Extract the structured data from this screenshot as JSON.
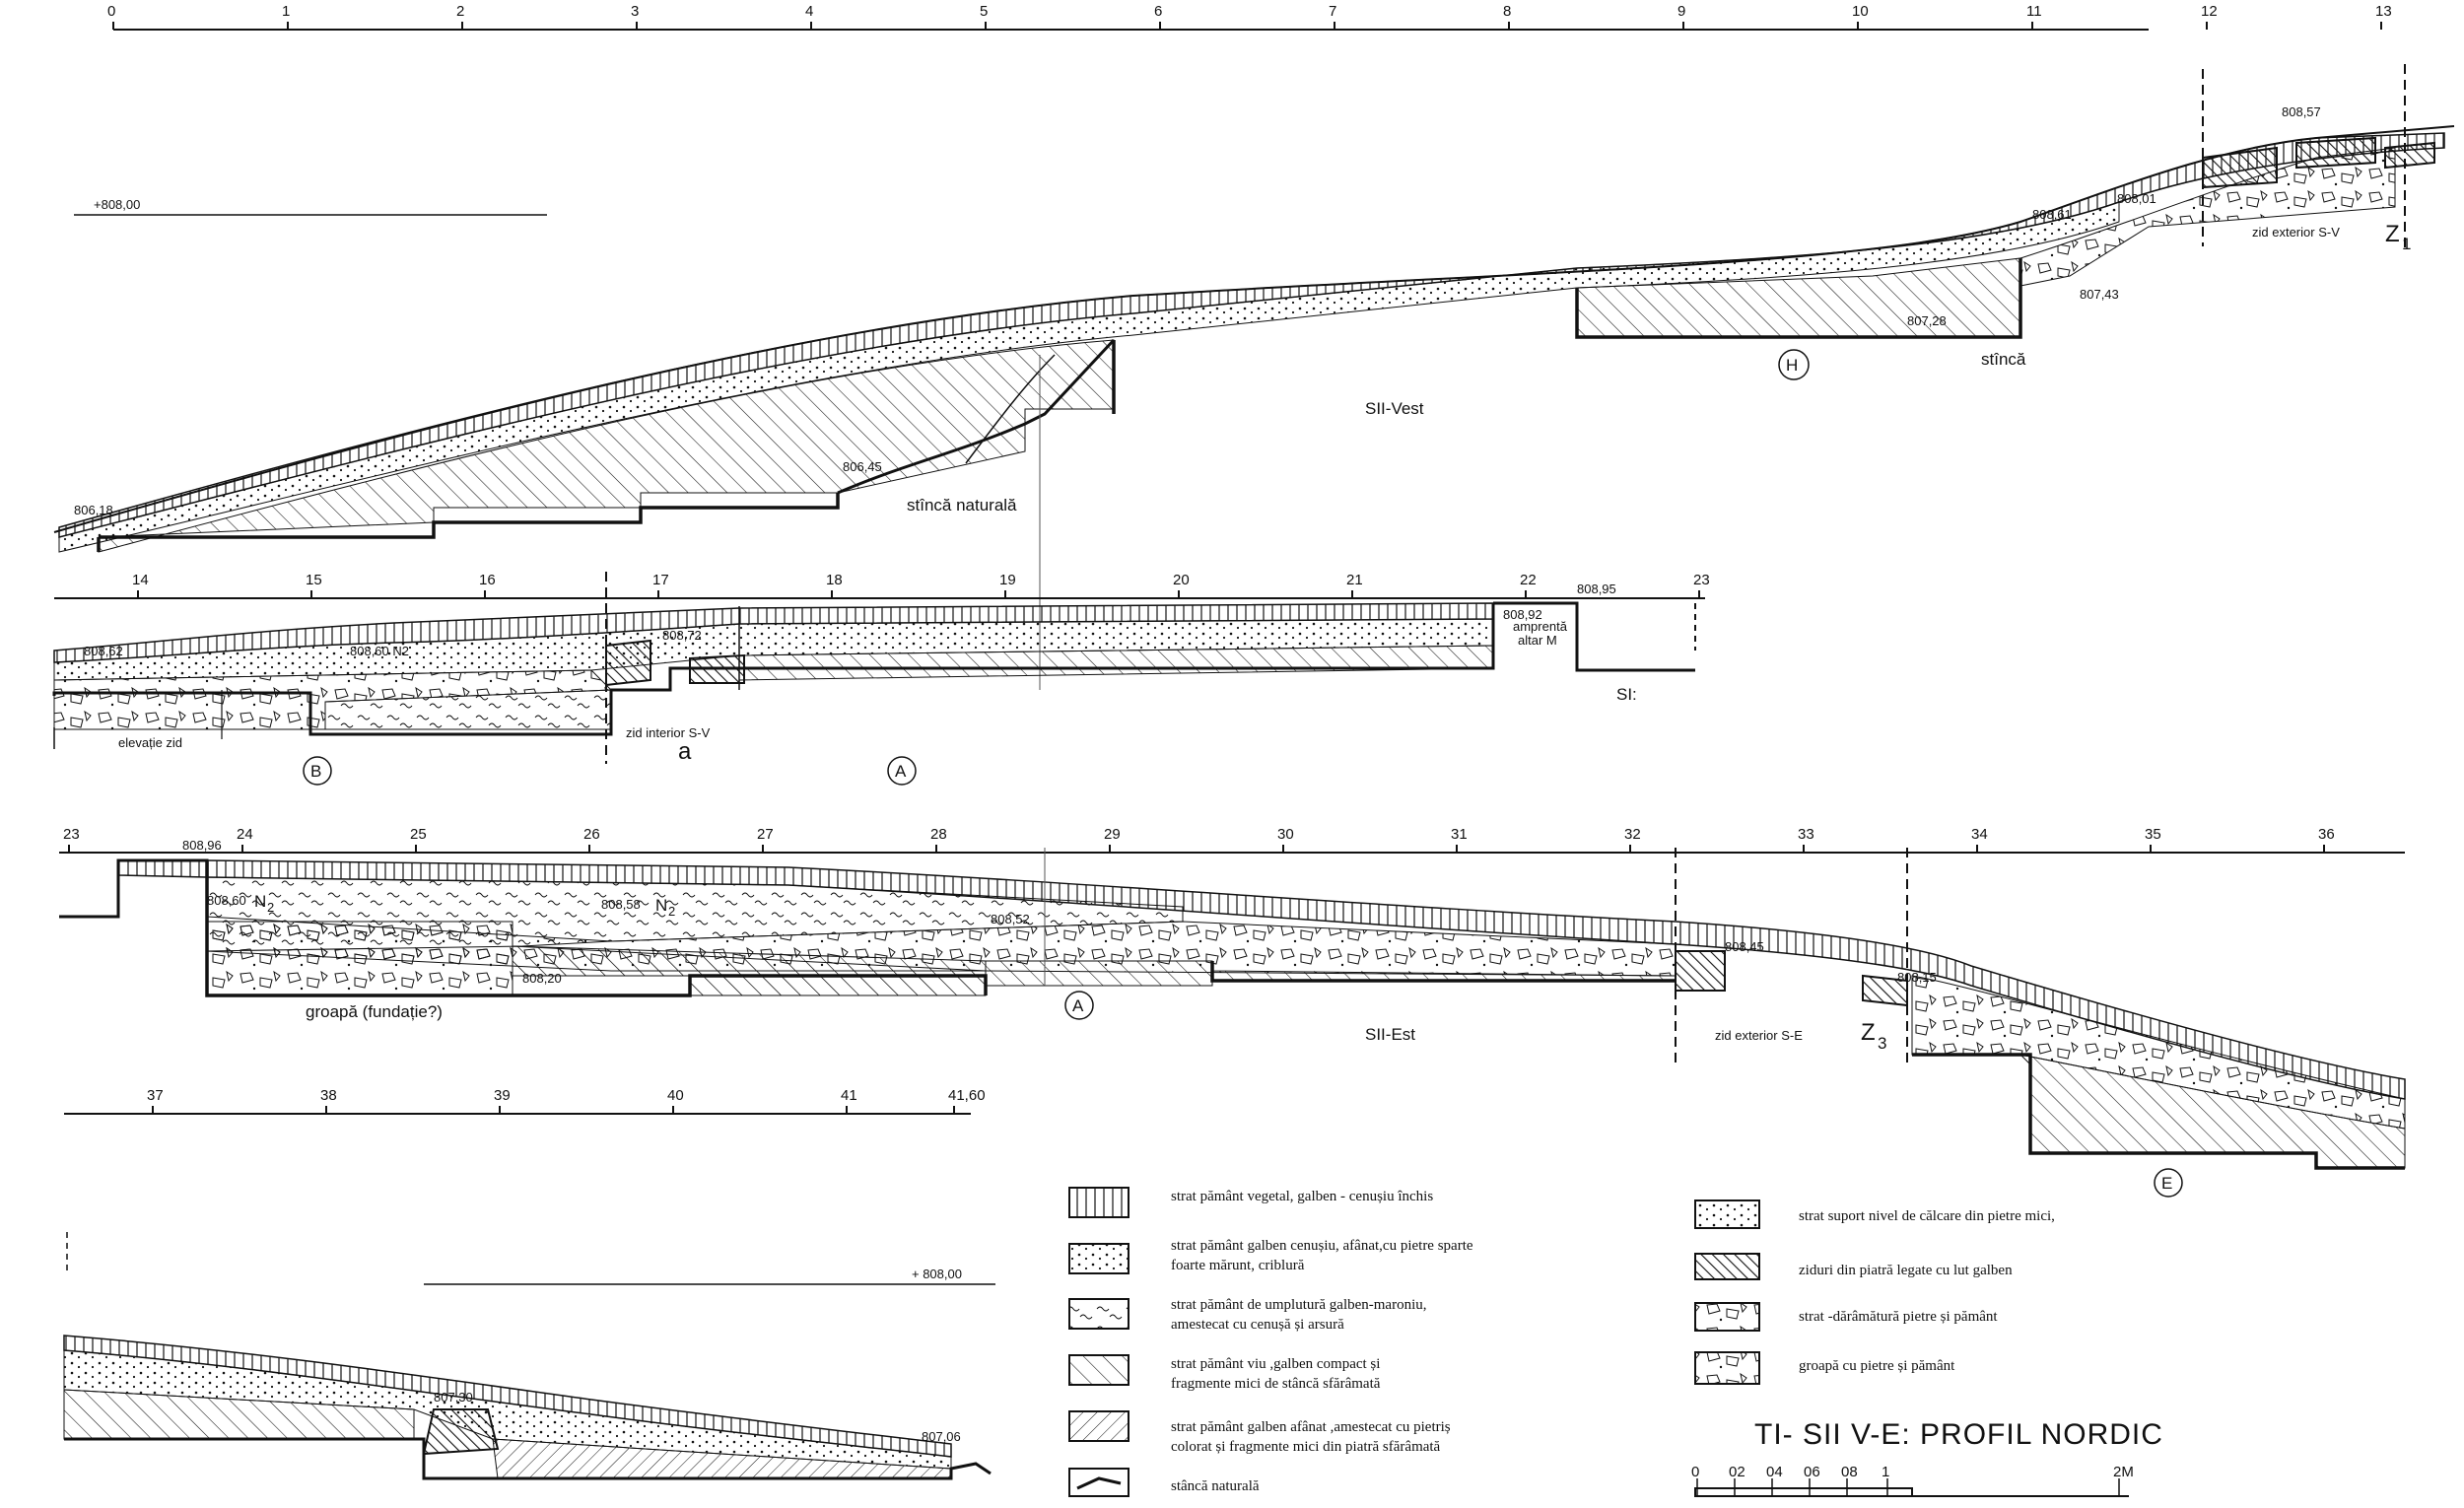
{
  "sheet": {
    "title": "TI- SII V-E: PROFIL NORDIC",
    "scale_bar": {
      "labels": [
        "0",
        "02",
        "04",
        "06",
        "08",
        "1",
        "2M"
      ]
    }
  },
  "panel1": {
    "ticks": [
      "0",
      "1",
      "2",
      "3",
      "4",
      "5",
      "6",
      "7",
      "8",
      "9",
      "10",
      "11",
      "12",
      "13"
    ],
    "datum": "+808,00",
    "section_label": "SII-Vest",
    "circle_label": "H",
    "notes": {
      "rock": "stîncă naturală",
      "rock2": "stîncă",
      "wall": "zid exterior S-V",
      "wall_code": "Z",
      "wall_sub": "1"
    },
    "elevations": [
      "806,18",
      "806,45",
      "807,28",
      "807,43",
      "808,01",
      "808,57",
      "808,61"
    ]
  },
  "panel2": {
    "ticks": [
      "14",
      "15",
      "16",
      "17",
      "18",
      "19",
      "20",
      "21",
      "22",
      "23"
    ],
    "section_label": "SI:",
    "circle_a": "A",
    "circle_b": "B",
    "notes": {
      "elevation_wall": "elevație zid",
      "inner_wall": "zid interior S-V",
      "inner_wall_code": "a",
      "altar_line1": "amprentă",
      "altar_line2": "altar M"
    },
    "elevations": [
      "808,62",
      "808,60 N2",
      "808,72",
      "808,92",
      "808,95"
    ]
  },
  "panel3": {
    "ticks": [
      "23",
      "24",
      "25",
      "26",
      "27",
      "28",
      "29",
      "30",
      "31",
      "32",
      "33",
      "34",
      "35",
      "36"
    ],
    "section_label": "SII-Est",
    "circle_a": "A",
    "circle_e": "E",
    "notes": {
      "pit": "groapă (fundație?)",
      "wall": "zid exterior S-E",
      "wall_code": "Z",
      "wall_sub": "3",
      "n2_left": "N",
      "n2_right": "N",
      "n2_sub": "2"
    },
    "elevations": [
      "808,96",
      "808,60",
      "808,58",
      "808,20",
      "808,52",
      "808,45",
      "808,15"
    ]
  },
  "panel4": {
    "ticks": [
      "37",
      "38",
      "39",
      "40",
      "41",
      "41,60"
    ],
    "datum": "+ 808,00",
    "elevations": [
      "807,30",
      "807,06"
    ]
  },
  "legend": {
    "col1": [
      "strat pământ vegetal, galben - cenușiu închis",
      "strat pământ galben cenușiu, afânat,cu pietre sparte",
      "foarte mărunt, criblură",
      "strat pământ de umplutură galben-maroniu,",
      "amestecat cu cenușă și arsură",
      "strat pământ viu ,galben compact și",
      "fragmente mici de stâncă sfărâmată",
      "strat pământ galben afânat ,amestecat cu pietriș",
      "colorat și fragmente mici din piatră sfărâmată",
      "stâncă naturală"
    ],
    "col2": [
      "strat suport nivel de călcare din pietre mici,",
      "ziduri din piatră legate cu lut galben",
      "strat -dărâmătură pietre și pământ",
      "groapă cu pietre și pământ"
    ]
  }
}
